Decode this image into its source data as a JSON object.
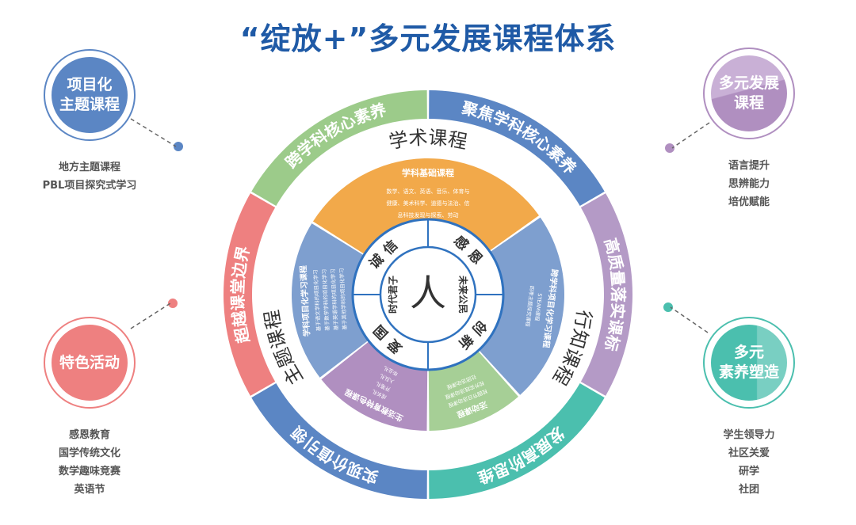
{
  "title": "“绽放+”多元发展课程体系",
  "colors": {
    "title": "#1f5aa6",
    "blue": "#5b86c4",
    "purple": "#b08fc0",
    "teal": "#4bbfae",
    "pink": "#ee8080",
    "green": "#9ccb8a",
    "orange": "#f2a94a",
    "innerBlue": "#7e9fcf"
  },
  "outer_ring": [
    {
      "label": "聚焦学科核心素养",
      "color": "#5b86c4"
    },
    {
      "label": "高质量落实课标",
      "color": "#b49ac6"
    },
    {
      "label": "发展高阶思维",
      "color": "#4bbfae"
    },
    {
      "label": "实现价值引领",
      "color": "#5b86c4"
    },
    {
      "label": "超越课堂边界",
      "color": "#ee8080"
    },
    {
      "label": "跨学科核心素养",
      "color": "#9ccb8a"
    }
  ],
  "band_labels": [
    "学术课程",
    "行知课程",
    "主题课程"
  ],
  "inner_sectors": [
    {
      "title": "学科基础课程",
      "lines": [
        "数学、语文、英语、音乐、体育与",
        "健康、美术科学、道德与法治、信",
        "息科技发现与探索、劳动"
      ],
      "color": "#f2a94a"
    },
    {
      "title": "跨学科项目化学习课程",
      "lines": [
        "STEAM课程",
        "四季主题探究课程"
      ],
      "color": "#7e9fcf"
    },
    {
      "title": "活动课程",
      "lines": [
        "校园节日活动课程",
        "校外实践活动课程",
        "社团活动课程"
      ],
      "color": "#a6cf96"
    },
    {
      "title": "生活教育特色课程",
      "lines": [
        "成长礼",
        "开笔礼",
        "入队礼",
        "毕业礼"
      ],
      "color": "#b08fc0"
    },
    {
      "title": "学科项目化学习课程",
      "lines": [
        "基于语文学科的项目化学习",
        "基于数学学科的项目化学习",
        "基于英语学科的项目化学习",
        "基于其他学科的项目化学习"
      ],
      "color": "#7e9fcf"
    }
  ],
  "values": [
    "感恩",
    "创新",
    "爱国",
    "诚信"
  ],
  "core": {
    "left": "时代君子",
    "right": "未来公民",
    "glyph": "人"
  },
  "sides": [
    {
      "label": "项目化\n主题课程",
      "items": [
        "地方主题课程",
        "PBL项目探究式学习"
      ],
      "color": "#5b86c4"
    },
    {
      "label": "特色活动",
      "items": [
        "感恩教育",
        "国学传统文化",
        "数学趣味竞赛",
        "英语节"
      ],
      "color": "#ee8080"
    },
    {
      "label": "多元发展\n课程",
      "items": [
        "语言提升",
        "思辨能力",
        "培优赋能"
      ],
      "color": "#b08fc0"
    },
    {
      "label": "多元\n素养塑造",
      "items": [
        "学生领导力",
        "社区关爱",
        "研学",
        "社团"
      ],
      "color": "#4bbfae"
    }
  ]
}
